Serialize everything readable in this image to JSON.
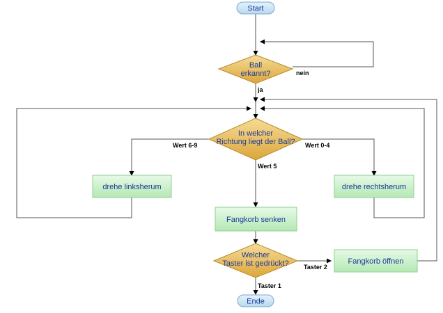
{
  "nodes": {
    "start": "Start",
    "ball_detected": [
      "Ball",
      "erkannt?"
    ],
    "direction": [
      "In welcher",
      "Richtung liegt der Ball?"
    ],
    "turn_left": "drehe linksherum",
    "turn_right": "drehe rechtsherum",
    "lower_basket": "Fangkorb senken",
    "which_button": [
      "Welcher",
      "Taster ist gedrückt?"
    ],
    "open_basket": "Fangkorb öffnen",
    "end": "Ende"
  },
  "edges": {
    "no": "nein",
    "yes": "ja",
    "value_6_9": "Wert 6-9",
    "value_0_4": "Wert 0-4",
    "value_5": "Wert 5",
    "button_1": "Taster 1",
    "button_2": "Taster 2"
  },
  "colors": {
    "terminal_fill": "#cfe6f7",
    "decision_fill": "#e8b84a",
    "process_fill": "#c9f0c9",
    "text": "#1a3a9a"
  }
}
